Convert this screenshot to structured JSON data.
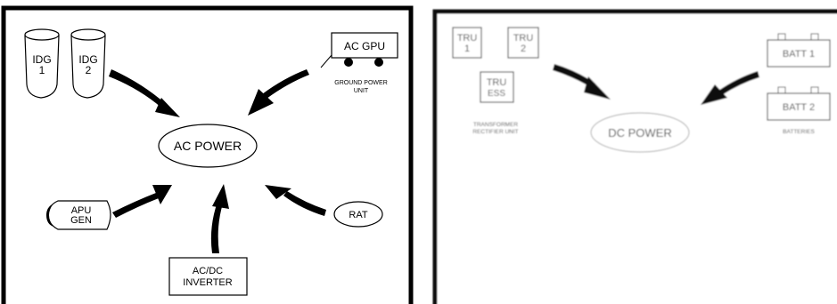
{
  "ac_panel": {
    "center": "AC POWER",
    "idg1": [
      "IDG",
      "1"
    ],
    "idg2": [
      "IDG",
      "2"
    ],
    "ac_gpu": "AC GPU",
    "gpu_caption": [
      "GROUND POWER",
      "UNIT"
    ],
    "apu_gen": [
      "APU",
      "GEN"
    ],
    "rat": "RAT",
    "inverter": [
      "AC/DC",
      "INVERTER"
    ]
  },
  "dc_panel": {
    "center": "DC POWER",
    "tru1": [
      "TRU",
      "1"
    ],
    "tru2": [
      "TRU",
      "2"
    ],
    "tru_ess": [
      "TRU",
      "ESS"
    ],
    "tru_caption": [
      "TRANSFORMER",
      "RECTIFIER UNIT"
    ],
    "batt1": "BATT 1",
    "batt2": "BATT 2",
    "batt_caption": "BATTERIES"
  }
}
